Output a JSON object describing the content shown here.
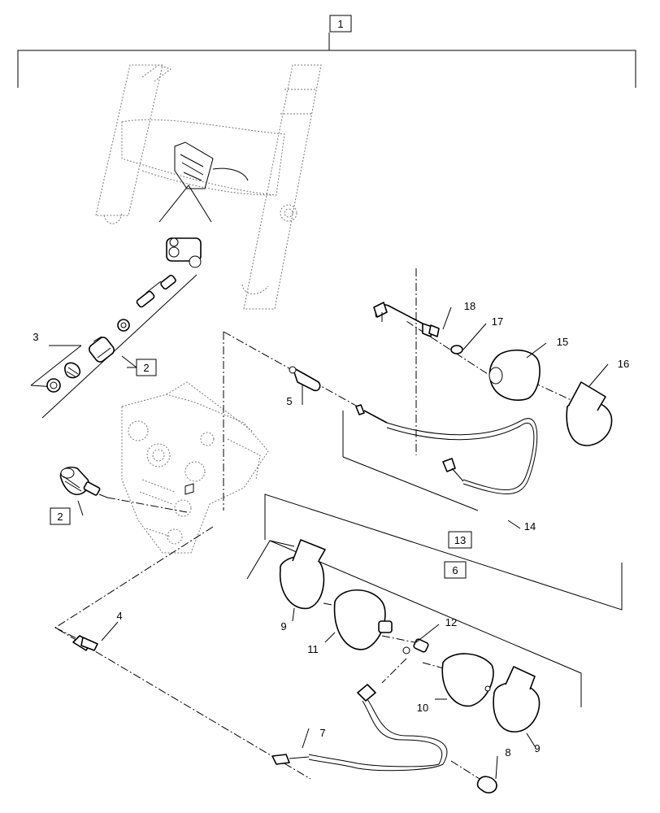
{
  "callouts": {
    "c1": "1",
    "c2a": "2",
    "c2b": "2",
    "c3": "3",
    "c4": "4",
    "c5": "5",
    "c6": "6",
    "c7": "7",
    "c8": "8",
    "c9a": "9",
    "c9b": "9",
    "c10": "10",
    "c11": "11",
    "c12": "12",
    "c13": "13",
    "c14": "14",
    "c15": "15",
    "c16": "16",
    "c17": "17",
    "c18": "18"
  }
}
